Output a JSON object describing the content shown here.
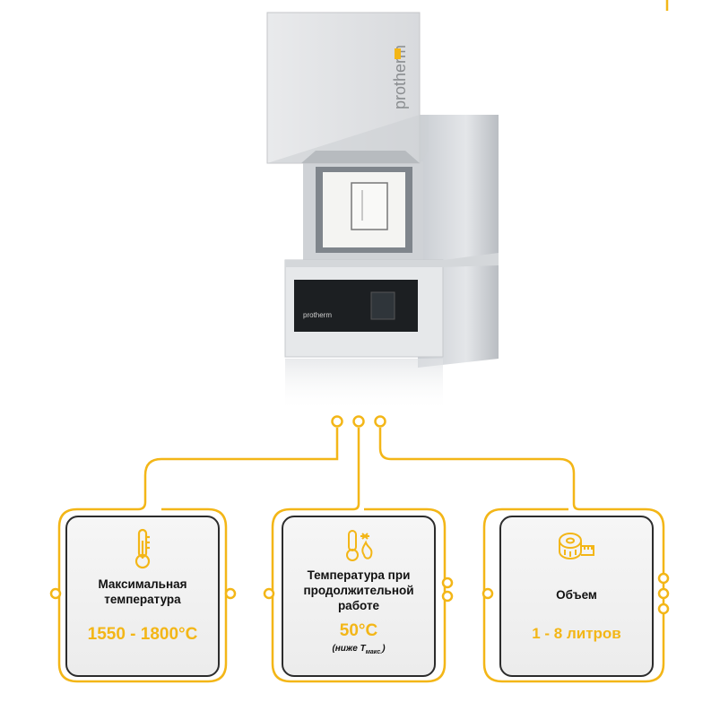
{
  "product": {
    "brand_logo": "protherm",
    "image_name": "muffle-furnace"
  },
  "colors": {
    "accent": "#f3b617",
    "card_border": "#2c2c2c",
    "text": "#111111"
  },
  "cards": [
    {
      "icon": "thermometer-icon",
      "label_lines": [
        "Максимальная",
        "температура"
      ],
      "value": "1550 - 1800°C"
    },
    {
      "icon": "thermo-fire-icon",
      "label_lines": [
        "Температура при",
        "продолжительной",
        "работе"
      ],
      "value": "50°C",
      "note_prefix": "(ниже T",
      "note_sub": "макс.",
      "note_suffix": ")"
    },
    {
      "icon": "measuring-tape-icon",
      "label_lines": [
        "Объем"
      ],
      "value": "1 - 8 литров"
    }
  ]
}
